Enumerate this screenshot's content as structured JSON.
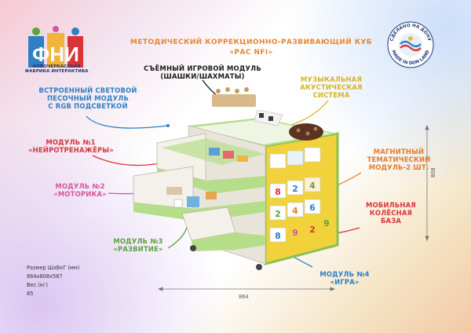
{
  "logo": {
    "letters": "ФНИ",
    "line1": "НОВОЧЕРКАССКАЯ",
    "line2": "ФАБРИКА ИНТЕРАКТИВА"
  },
  "badge": {
    "top_text": "СДЕЛАНО НА ДОНУ",
    "bottom_text": "MADE IN DON LAND"
  },
  "title": {
    "line1": "МЕТОДИЧЕСКИЙ КОРРЕКЦИОННО-РАЗВИВАЮЩИЙ КУБ",
    "line2": "«РАС NFI»"
  },
  "callouts": {
    "game_module": {
      "line1": "СЪЁМНЫЙ ИГРОВОЙ МОДУЛЬ",
      "line2": "(ШАШКИ/ШАХМАТЫ)"
    },
    "sand_module": {
      "line1": "ВСТРОЕННЫЙ СВЕТОВОЙ",
      "line2": "ПЕСОЧНЫЙ МОДУЛЬ",
      "line3": "С RGB ПОДСВЕТКОЙ"
    },
    "music": {
      "line1": "МУЗЫКАЛЬНАЯ",
      "line2": "АКУСТИЧЕСКАЯ",
      "line3": "СИСТЕМА"
    },
    "module1": {
      "line1": "МОДУЛЬ №1",
      "line2": "«НЕЙРОТРЕНАЖЁРЫ»"
    },
    "magnetic": {
      "line1": "МАГНИТНЫЙ",
      "line2": "ТЕМАТИЧЕСКИЙ",
      "line3": "МОДУЛЬ-2 ШТ."
    },
    "module2": {
      "line1": "МОДУЛЬ №2",
      "line2": "«МОТОРИКА»"
    },
    "mobile_base": {
      "line1": "МОБИЛЬНАЯ",
      "line2": "КОЛЁСНАЯ",
      "line3": "БАЗА"
    },
    "module3": {
      "line1": "МОДУЛЬ №3",
      "line2": "«РАЗВИТИЕ»"
    },
    "module4": {
      "line1": "МОДУЛЬ №4",
      "line2": "«ИГРА»"
    }
  },
  "specs": {
    "size_label": "Размер ШхВхГ (мм)",
    "size_value": "864х808х587",
    "weight_label": "Вес (кг)",
    "weight_value": "85"
  },
  "dimensions": {
    "width": "864",
    "height": "808"
  },
  "tiles": [
    "8",
    "2",
    "4",
    "2",
    "4",
    "6",
    "8",
    "9",
    "2",
    "9"
  ],
  "colors": {
    "orange": "#e9862c",
    "blue": "#2f7fc4",
    "red": "#d9343a",
    "pink": "#d4579a",
    "green": "#5ca33a",
    "yellow": "#d8b424",
    "cabinet_green": "#b6dd8a",
    "panel_yellow": "#f2d23a"
  }
}
